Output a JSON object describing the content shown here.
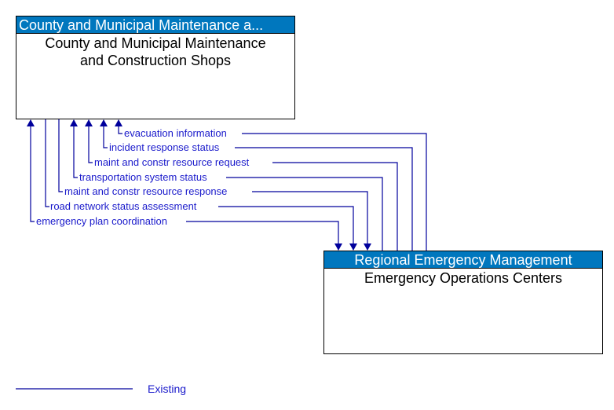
{
  "boxes": {
    "top": {
      "header": "County and Municipal Maintenance a...",
      "body_line1": "County and Municipal Maintenance",
      "body_line2": "and Construction Shops"
    },
    "bottom": {
      "header": "Regional Emergency Management",
      "body_line1": "Emergency Operations Centers"
    }
  },
  "flows": [
    {
      "label": "evacuation information",
      "direction": "to-top"
    },
    {
      "label": "incident response status",
      "direction": "to-top"
    },
    {
      "label": "maint and constr resource request",
      "direction": "to-top"
    },
    {
      "label": "transportation system status",
      "direction": "to-top"
    },
    {
      "label": "maint and constr resource response",
      "direction": "to-bottom"
    },
    {
      "label": "road network status assessment",
      "direction": "to-bottom"
    },
    {
      "label": "emergency plan coordination",
      "direction": "bidirectional"
    }
  ],
  "legend": {
    "existing_label": "Existing"
  },
  "colors": {
    "header": "#0077be",
    "flow": "#00009c",
    "flow_text": "#1a1acb"
  }
}
